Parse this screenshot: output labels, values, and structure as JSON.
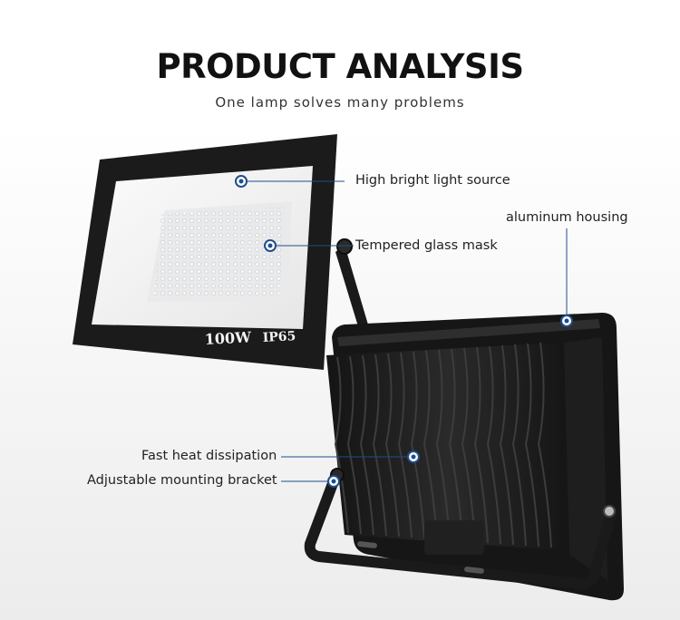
{
  "header": {
    "title": "PRODUCT ANALYSIS",
    "subtitle": "One lamp solves many problems"
  },
  "product": {
    "power_label": "100W",
    "rating_label": "IP65"
  },
  "callouts": {
    "light_source": "High bright light source",
    "housing": "aluminum housing",
    "glass_mask": "Tempered glass mask",
    "heat": "Fast heat dissipation",
    "bracket": "Adjustable mounting bracket"
  },
  "colors": {
    "accent": "#1f4e8c",
    "body": "#1a1a1a",
    "panel": "#f4f4f4"
  }
}
